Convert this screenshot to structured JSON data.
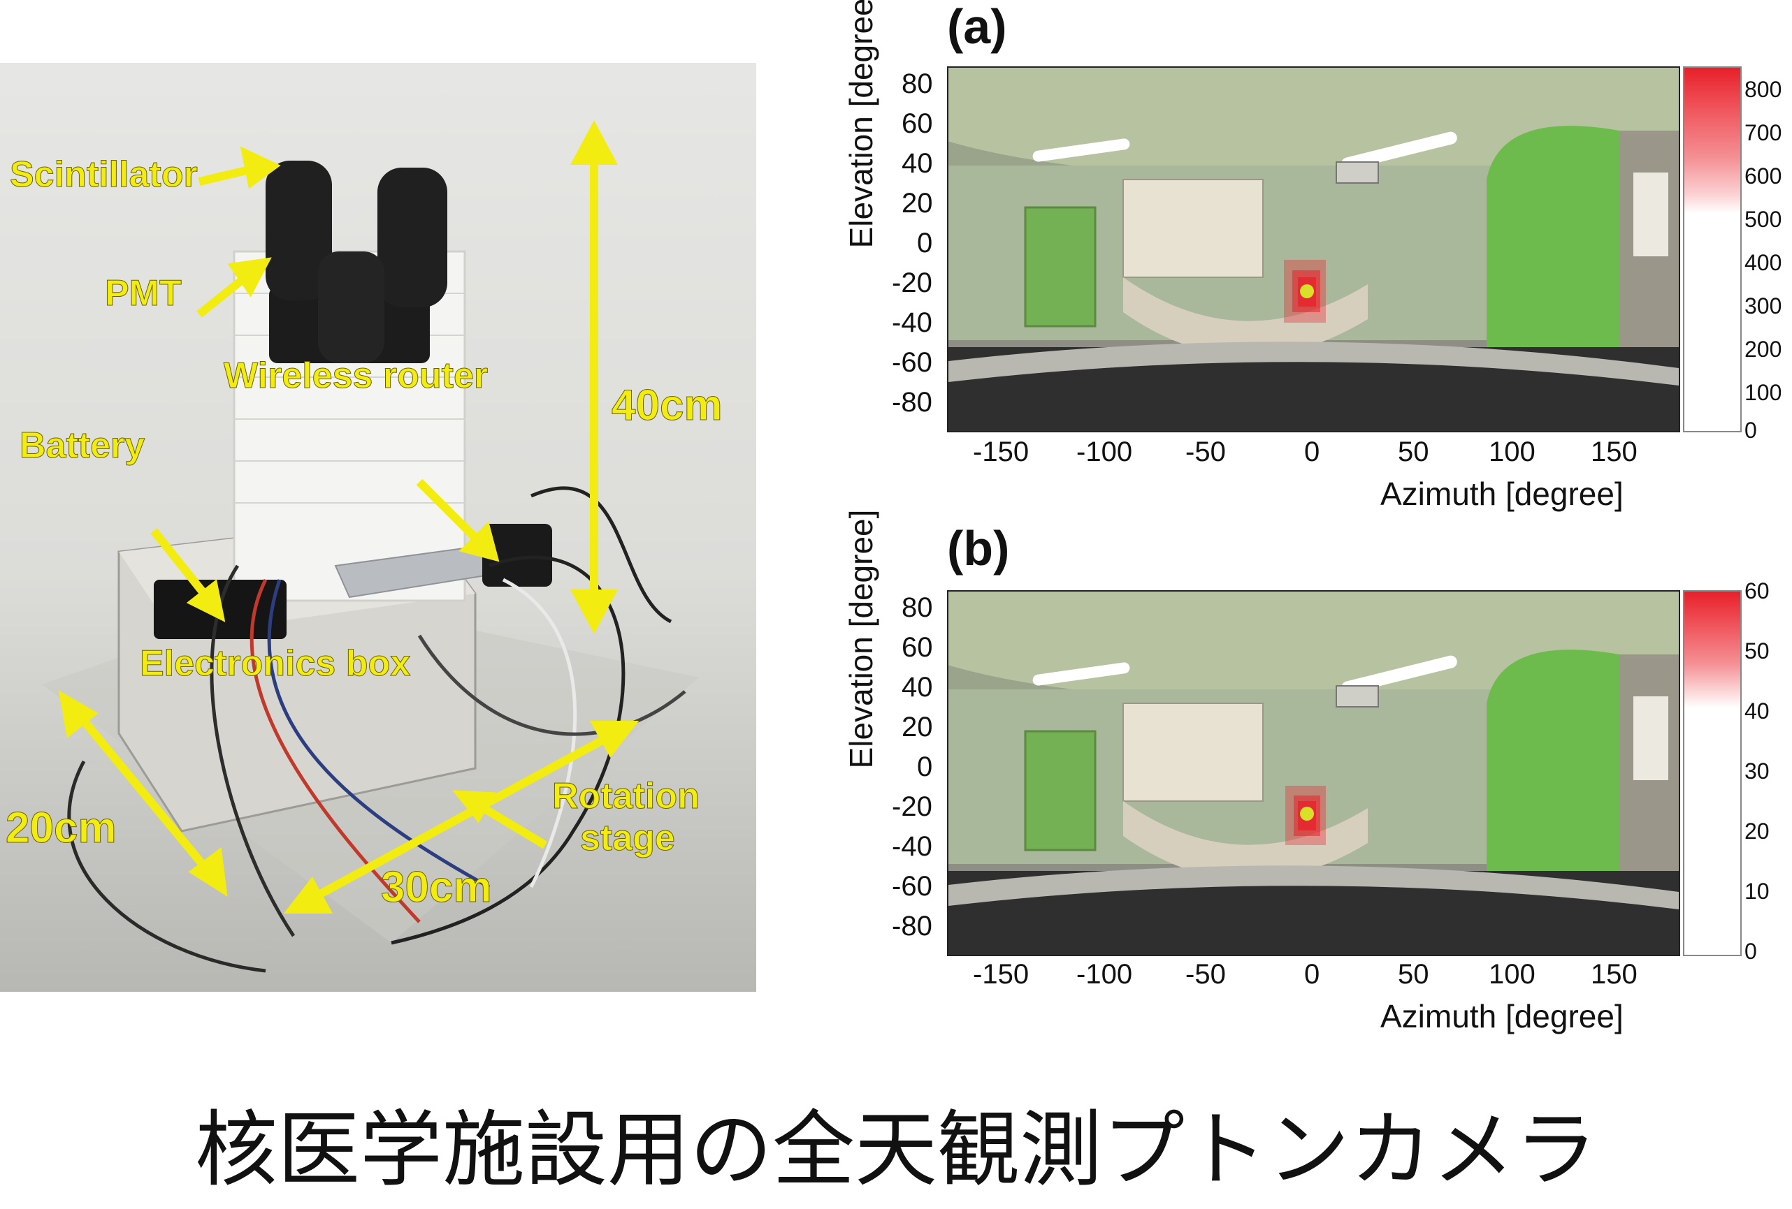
{
  "photo_labels": {
    "scintillator": "Scintillator",
    "pmt": "PMT",
    "wireless_router": "Wireless router",
    "battery": "Battery",
    "electronics_box": "Electronics box",
    "rotation_stage": "Rotation stage",
    "dim_height": "40cm",
    "dim_depth": "20cm",
    "dim_width": "30cm"
  },
  "panels": [
    {
      "letter": "(a)",
      "xlabel": "Azimuth [degree]",
      "ylabel": "Elevation [degree]",
      "xticks": [
        "-150",
        "-100",
        "-50",
        "0",
        "50",
        "100",
        "150"
      ],
      "yticks": [
        "80",
        "60",
        "40",
        "20",
        "0",
        "-20",
        "-40",
        "-60",
        "-80"
      ],
      "colorbar_ticks": [
        "800",
        "700",
        "600",
        "500",
        "400",
        "300",
        "200",
        "100",
        "0"
      ]
    },
    {
      "letter": "(b)",
      "xlabel": "Azimuth [degree]",
      "ylabel": "Elevation [degree]",
      "xticks": [
        "-150",
        "-100",
        "-50",
        "0",
        "50",
        "100",
        "150"
      ],
      "yticks": [
        "80",
        "60",
        "40",
        "20",
        "0",
        "-20",
        "-40",
        "-60",
        "-80"
      ],
      "colorbar_ticks": [
        "60",
        "50",
        "40",
        "30",
        "20",
        "10",
        "0"
      ]
    }
  ],
  "caption": "核医学施設用の全天観測プトンカメラ",
  "colors": {
    "label_yellow": "#f3ec10",
    "hotspot_red": "#e8202a",
    "wall_green": "#7cc05a"
  }
}
